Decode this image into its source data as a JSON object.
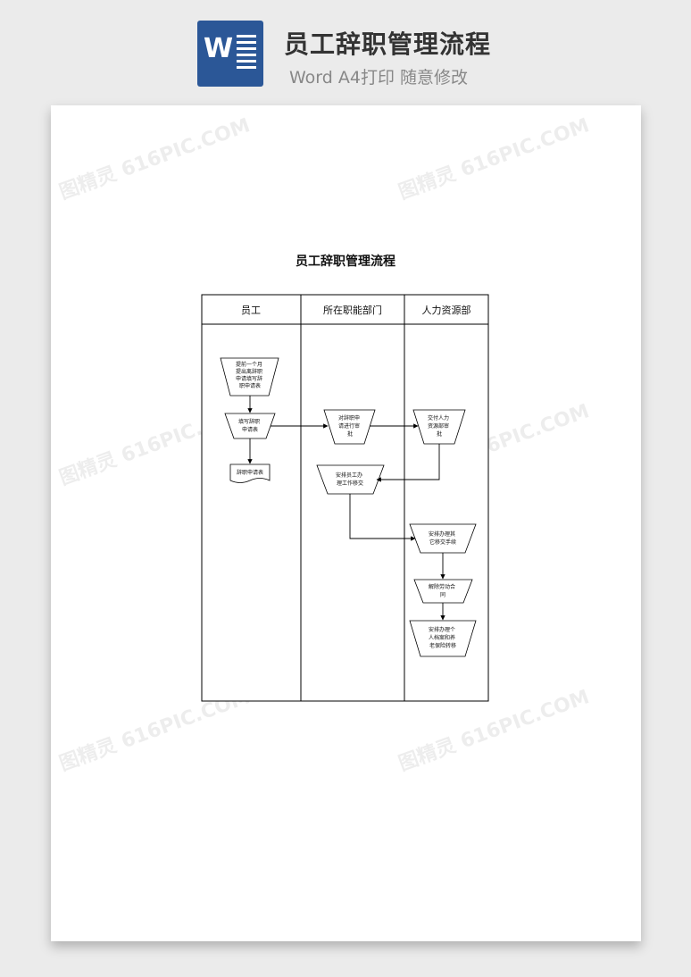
{
  "banner": {
    "title": "员工辞职管理流程",
    "subtitle": "Word A4打印 随意修改",
    "logo_letter": "W"
  },
  "document": {
    "title": "员工辞职管理流程"
  },
  "lanes": [
    {
      "label": "员工"
    },
    {
      "label": "所在职能部门"
    },
    {
      "label": "人力资源部"
    }
  ],
  "nodes": {
    "n1": [
      "提前一个月",
      "提出离辞职",
      "申请填写辞",
      "职申请表"
    ],
    "n2": [
      "填写辞职",
      "申请表"
    ],
    "n3": [
      "辞职申请表"
    ],
    "n4": [
      "对辞职申",
      "请进行审",
      "批"
    ],
    "n5": [
      "交付人力",
      "资源部审",
      "批"
    ],
    "n6": [
      "安排员工办",
      "理工作移交"
    ],
    "n7": [
      "安排办理其",
      "它移交手续"
    ],
    "n8": [
      "解除劳动合",
      "同"
    ],
    "n9": [
      "安排办理个",
      "人档案和养",
      "老保险转移"
    ]
  },
  "watermark": "图精灵 616PIC.COM",
  "colors": {
    "logo_blue": "#2b5797",
    "background": "#ebebeb"
  }
}
